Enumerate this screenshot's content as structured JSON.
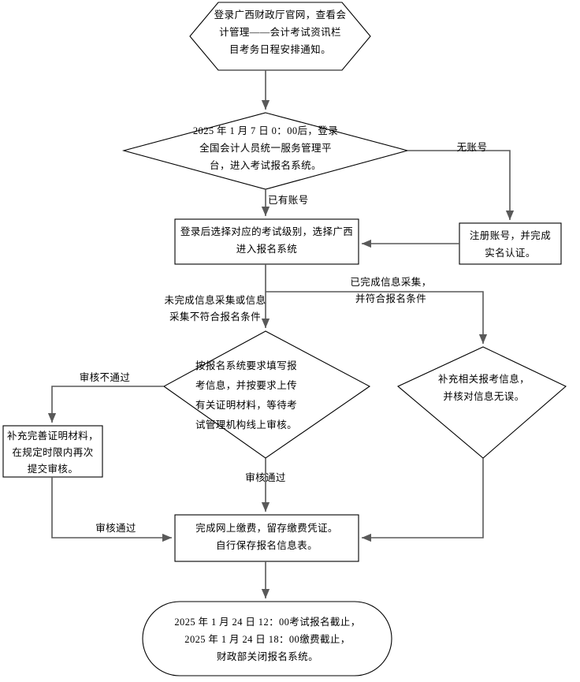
{
  "diagram": {
    "type": "flowchart",
    "orientation": "top-to-bottom",
    "background_color": "#ffffff",
    "shape_stroke_color": "#000000",
    "connector_color": "#595959",
    "text_color": "#000000"
  },
  "nodes": {
    "start": {
      "shape": "hexagon",
      "text": "登录广西财政厅官网，查看会\n计管理——会计考试资讯栏\n目考务日程安排通知。"
    },
    "login_decision": {
      "shape": "diamond",
      "text": "2025 年 1 月 7 日 0：00后，登录\n全国会计人员统一服务管理平\n台，进入考试报名系统。"
    },
    "register_account": {
      "shape": "rectangle",
      "text": "注册账号，并完成\n实名认证。"
    },
    "select_level": {
      "shape": "rectangle",
      "text": "登录后选择对应的考试级别，选择广西\n进入报名系统"
    },
    "fill_info_decision": {
      "shape": "diamond",
      "text": "按报名系统要求填写报\n考信息，并按要求上传\n有关证明材料，等待考\n试管理机构线上审核。"
    },
    "supplement_info_decision": {
      "shape": "diamond",
      "text": "补充相关报考信息，\n并核对信息无误。"
    },
    "resubmit_materials": {
      "shape": "rectangle",
      "text": "补充完善证明材料，\n在规定时限内再次\n提交审核。"
    },
    "payment": {
      "shape": "rectangle",
      "text": "完成网上缴费，留存缴费凭证。\n自行保存报名信息表。"
    },
    "end": {
      "shape": "rounded-rectangle",
      "text": "2025 年 1 月 24 日 12：00考试报名截止，\n2025 年 1 月 24 日 18：00缴费截止，\n财政部关闭报名系统。"
    }
  },
  "edge_labels": {
    "no_account": "无账号",
    "has_account": "已有账号",
    "info_not_collected": "未完成信息采集或信息\n采集不符合报名条件",
    "info_collected": "已完成信息采集，\n并符合报名条件",
    "review_failed": "审核不通过",
    "review_passed_center": "审核通过",
    "review_passed_left": "审核通过"
  }
}
